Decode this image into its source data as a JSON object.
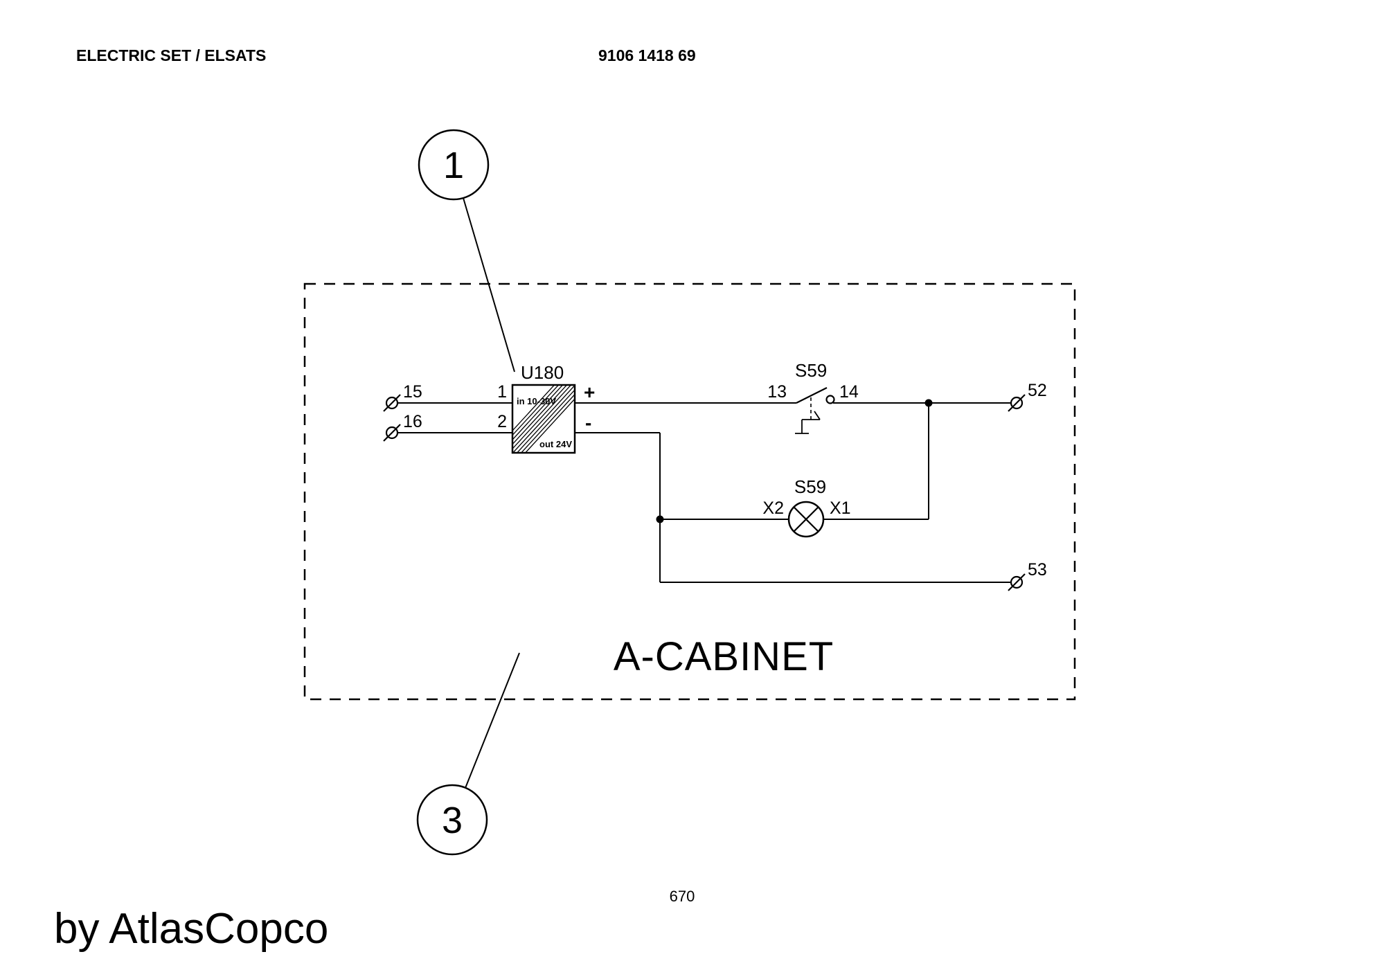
{
  "header": {
    "title": "ELECTRIC SET / ELSATS",
    "doc_number": "9106 1418 69"
  },
  "callout_1": "1",
  "callout_3": "3",
  "cabinet": {
    "label": "A-CABINET"
  },
  "converter": {
    "ref": "U180",
    "pin_top": "1",
    "pin_bottom": "2",
    "input_rating": "in 10-30V",
    "output_rating": "out 24V",
    "plus": "+",
    "minus": "-"
  },
  "switch": {
    "ref": "S59",
    "terminal_left": "13",
    "terminal_right": "14"
  },
  "lamp": {
    "ref": "S59",
    "terminal_left": "X2",
    "terminal_right": "X1"
  },
  "terminals": {
    "t15": "15",
    "t16": "16",
    "t52": "52",
    "t53": "53"
  },
  "footer": {
    "page_number": "670",
    "brand": "by AtlasCopco"
  },
  "colors": {
    "ink": "#000000",
    "paper": "#ffffff"
  }
}
